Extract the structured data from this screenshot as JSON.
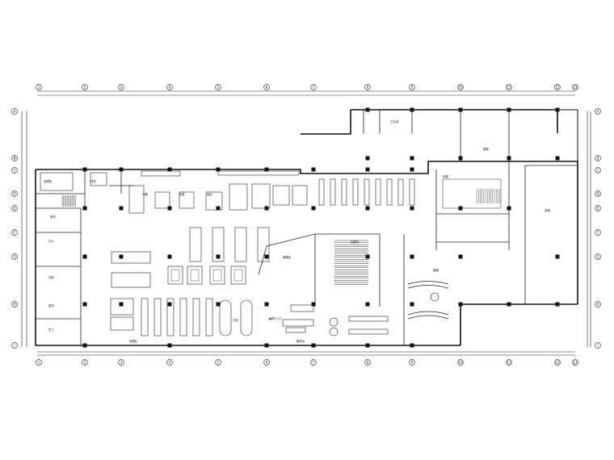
{
  "plan": {
    "col_axes": [
      "1",
      "2",
      "3",
      "4",
      "5",
      "6",
      "7",
      "8",
      "9",
      "10",
      "11",
      "12",
      "13"
    ],
    "row_axes": [
      "A",
      "B",
      "C",
      "D",
      "E",
      "F",
      "G",
      "H",
      "I"
    ],
    "labels": {
      "entrance": "◀超市入口",
      "office1": "经理室",
      "office2": "财务",
      "room_a": "办公",
      "room_b": "仓库",
      "room_c": "更衣",
      "room_d": "员工",
      "room_e": "收货",
      "store1": "收银区",
      "store2": "服务台",
      "store3": "生鲜区",
      "store4": "蔬果区",
      "store5": "冷藏",
      "store6": "熟食",
      "store7": "面包",
      "store8": "日化",
      "store9": "烟酒",
      "store10": "电梯",
      "store11": "楼梯",
      "store12": "商铺",
      "store13": "卫生间"
    }
  }
}
